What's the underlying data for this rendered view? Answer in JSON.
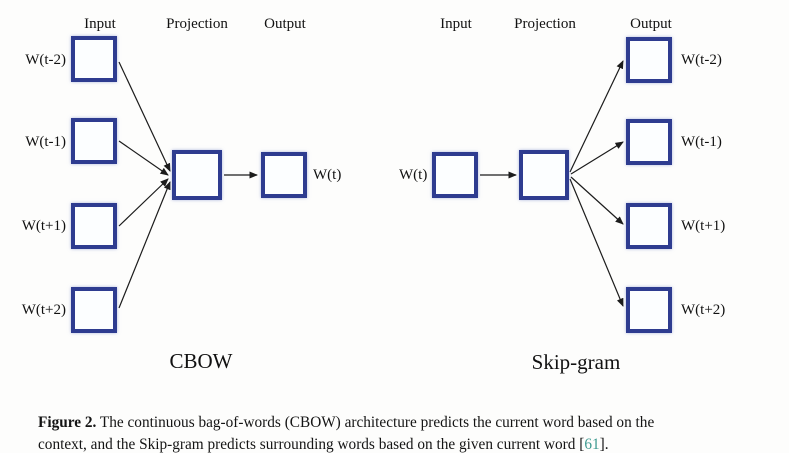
{
  "figure": {
    "cbow": {
      "title": "CBOW",
      "headers": {
        "input": "Input",
        "projection": "Projection",
        "output": "Output"
      },
      "input_labels": [
        "W(t-2)",
        "W(t-1)",
        "W(t+1)",
        "W(t+2)"
      ],
      "output_label": "W(t)"
    },
    "skipgram": {
      "title": "Skip-gram",
      "headers": {
        "input": "Input",
        "projection": "Projection",
        "output": "Output"
      },
      "input_label": "W(t)",
      "output_labels": [
        "W(t-2)",
        "W(t-1)",
        "W(t+1)",
        "W(t+2)"
      ]
    },
    "caption": {
      "label": "Figure 2.",
      "text_line1": " The continuous bag-of-words (CBOW) architecture predicts the current word based on the",
      "text_line2_before": "context, and the Skip-gram predicts surrounding words based on the given current word [",
      "citation": "61",
      "text_line2_after": "]."
    },
    "colors": {
      "box_border": "#2e3c90",
      "box_fill": "#fcfeff",
      "arrow": "#1c1c1c",
      "citation_link": "#3d9a90",
      "text": "#1b1b1b"
    }
  }
}
